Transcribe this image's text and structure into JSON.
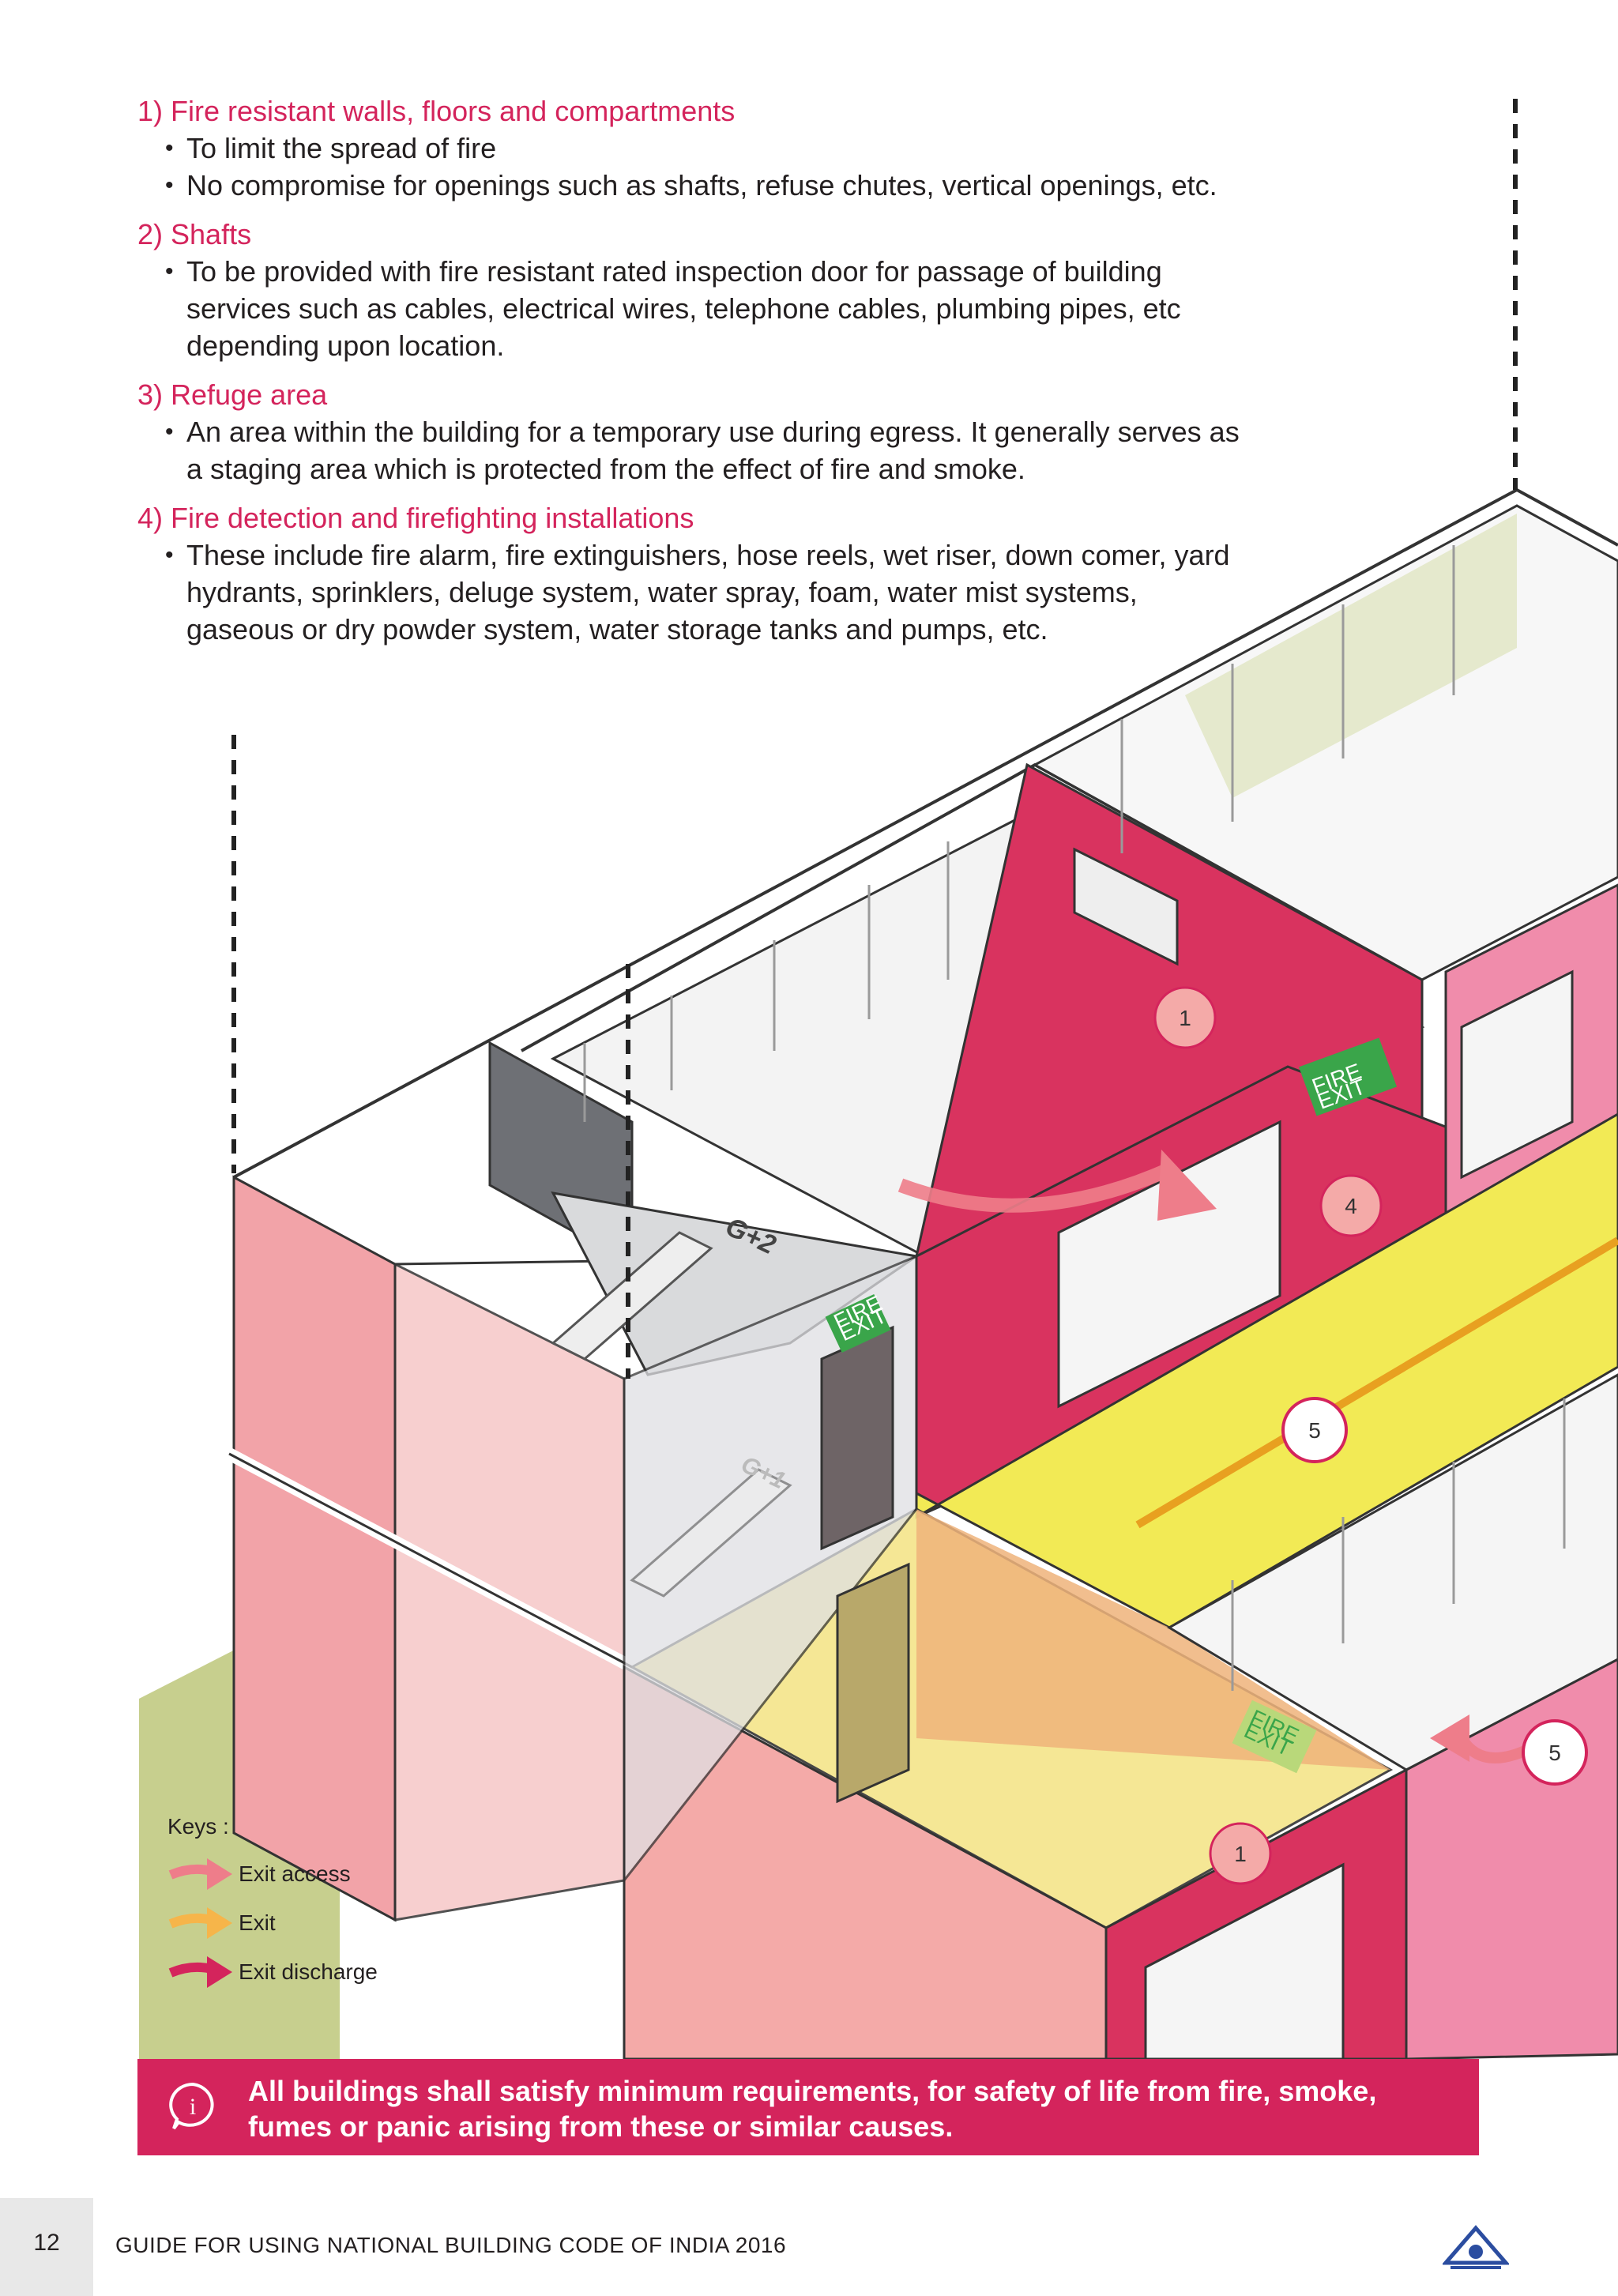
{
  "sections": [
    {
      "title": "1) Fire resistant walls, floors and compartments",
      "bullets": [
        "To limit the spread of fire",
        "No compromise for openings such as shafts, refuse chutes, vertical openings, etc."
      ]
    },
    {
      "title": "2) Shafts",
      "bullets": [
        "To be provided with fire resistant rated inspection door for passage of building services such as cables, electrical wires, telephone cables, plumbing pipes, etc depending upon location."
      ]
    },
    {
      "title": "3) Refuge area",
      "bullets": [
        "An area within the building for a temporary use during egress. It generally serves as a staging area which is protected from the effect of fire and smoke."
      ]
    },
    {
      "title": "4) Fire detection and firefighting installations",
      "bullets": [
        "These include fire alarm, fire extinguishers, hose reels, wet riser, down comer, yard hydrants, sprinklers, deluge system, water spray, foam, water mist systems, gaseous or dry powder system, water storage tanks and pumps, etc."
      ]
    }
  ],
  "illustration": {
    "floor_labels": {
      "upper": "G+2",
      "lower": "G+1"
    },
    "callouts": {
      "c1a": "1",
      "c4": "4",
      "c5a": "5",
      "c5b": "5",
      "c1b": "1"
    },
    "exit_signs": {
      "line1": "FIRE",
      "line2": "EXIT"
    },
    "colors": {
      "fire_wall": "#d9335f",
      "fire_wall_light": "#f2a3a8",
      "corridor": "#f2ea55",
      "ground": "#c7cf8e",
      "exit_sign": "#3aa54a"
    }
  },
  "keys": {
    "title": "Keys :",
    "items": [
      {
        "label": "Exit access",
        "color": "#ee7d8a",
        "icon": "arrow-right-icon"
      },
      {
        "label": "Exit",
        "color": "#f6b54a",
        "icon": "arrow-right-icon"
      },
      {
        "label": "Exit discharge",
        "color": "#d4245c",
        "icon": "arrow-right-icon"
      }
    ]
  },
  "note": {
    "icon": "info-icon",
    "icon_label": "i",
    "text": "All buildings shall satisfy minimum requirements, for safety of life from fire, smoke, fumes or panic arising from these or similar causes."
  },
  "footer": {
    "page_number": "12",
    "title": "GUIDE FOR USING NATIONAL BUILDING CODE OF INDIA 2016",
    "logo": "bis-logo-icon"
  }
}
